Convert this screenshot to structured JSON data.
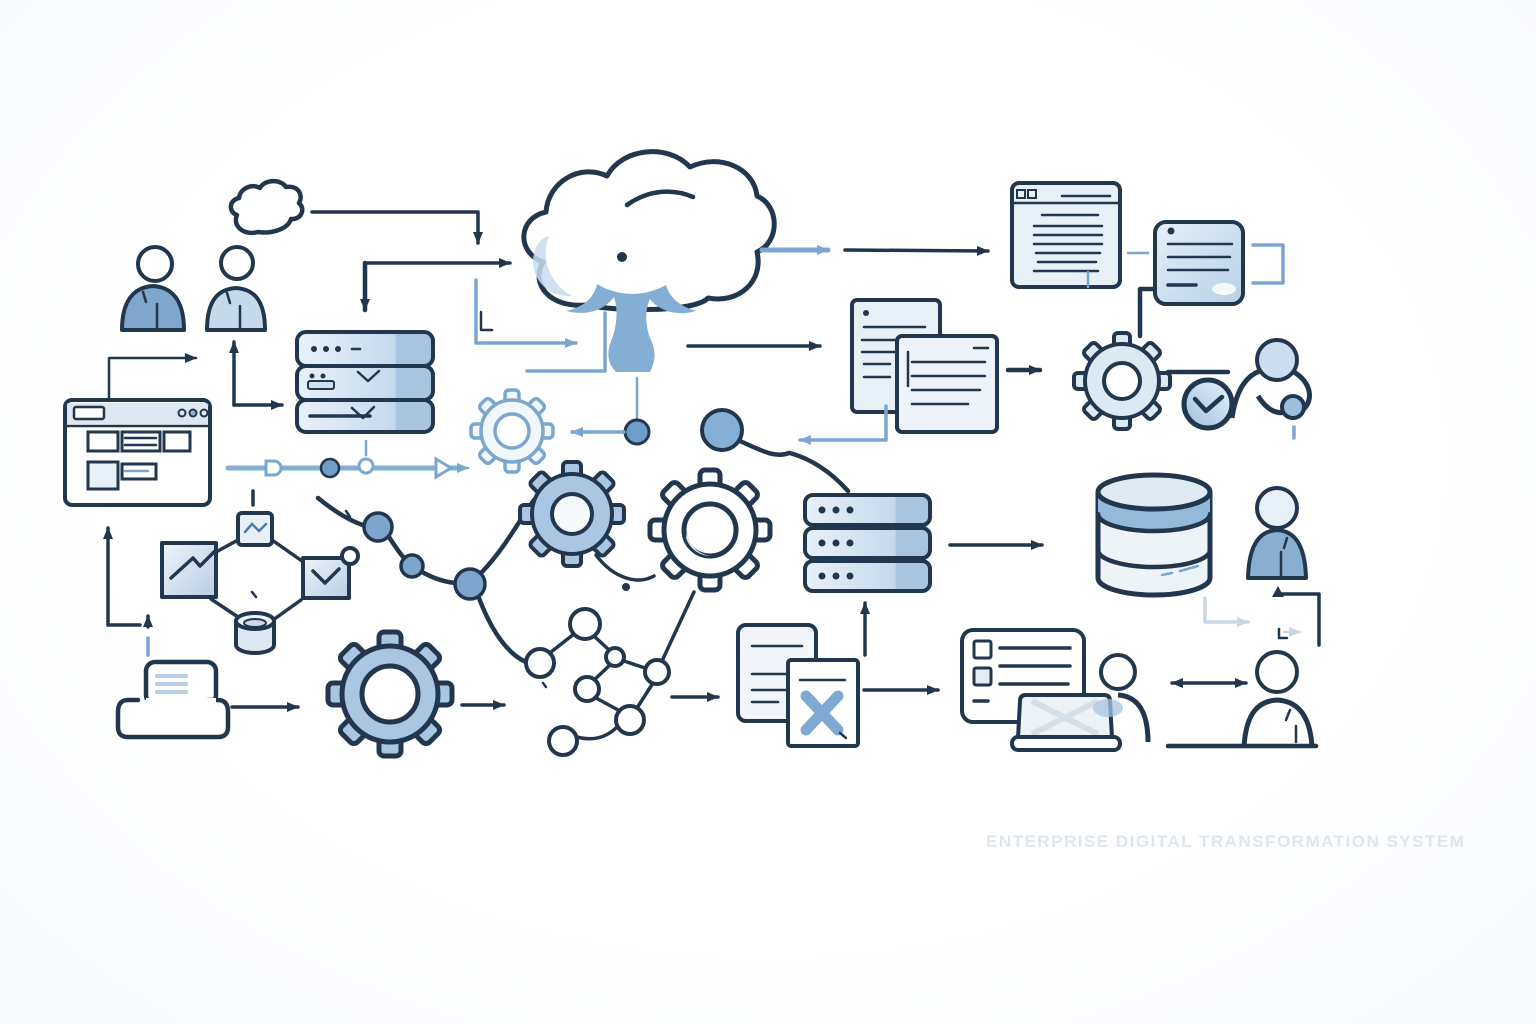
{
  "title": {
    "watermark": "ENTERPRISE DIGITAL TRANSFORMATION SYSTEM"
  },
  "palette": {
    "outline": "#22364e",
    "mid": "#7fa7cd",
    "light": "#b9cfe4",
    "pale": "#e8f0f7",
    "accent": "#7aa6cf",
    "faint": "#c9d6e3",
    "watermark": "#dee6ef"
  },
  "icons": [
    "small-cloud-icon",
    "user-icon-primary",
    "user-icon-secondary",
    "server-stack-icon",
    "cloud-icon",
    "browser-report-icon",
    "note-card-icon",
    "documents-icon",
    "gear-icon-approval",
    "clock-icon",
    "leaning-person-icon",
    "wireframe-browser-icon",
    "timeline",
    "chart-square-icon",
    "check-square-icon",
    "metric-square-icon",
    "small-database-icon",
    "gear-icon-light",
    "gear-icon-mid",
    "gear-icon-dark",
    "server-stack-mid-icon",
    "database-icon",
    "user-icon-right",
    "printer-icon",
    "gear-icon-large",
    "network-graph-icon",
    "document-x-icon",
    "checklist-icon",
    "laptop-icon",
    "user-at-laptop-icon",
    "user-icon-bottom-right",
    "exchange-arrow"
  ]
}
